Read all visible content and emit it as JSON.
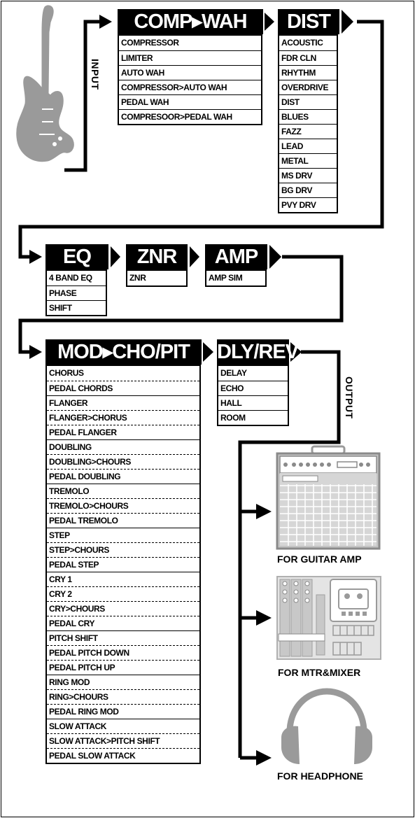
{
  "labels": {
    "input": "INPUT",
    "output": "OUTPUT"
  },
  "comp_wah": {
    "title": "COMP▸WAH",
    "items": [
      "COMPRESSOR",
      "LIMITER",
      "AUTO WAH",
      "COMPRESSOR>AUTO WAH",
      "PEDAL WAH",
      "COMPRESOOR>PEDAL WAH"
    ]
  },
  "dist": {
    "title": "DIST",
    "items": [
      "ACOUSTIC",
      "FDR CLN",
      "RHYTHM",
      "OVERDRIVE",
      "DIST",
      "BLUES",
      "FAZZ",
      "LEAD",
      "METAL",
      "MS DRV",
      "BG DRV",
      "PVY DRV"
    ]
  },
  "eq": {
    "title": "EQ",
    "items": [
      "4 BAND EQ",
      "PHASE",
      "SHIFT"
    ]
  },
  "znr": {
    "title": "ZNR",
    "items": [
      "ZNR"
    ]
  },
  "amp": {
    "title": "AMP",
    "items": [
      "AMP SIM"
    ]
  },
  "mod": {
    "title": "MOD▸CHO/PIT",
    "items": [
      "CHORUS",
      "PEDAL CHORDS",
      "FLANGER",
      "FLANGER>CHORUS",
      "PEDAL FLANGER",
      "DOUBLING",
      "DOUBLING>CHOURS",
      "PEDAL DOUBLING",
      "TREMOLO",
      "TREMOLO>CHOURS",
      "PEDAL TREMOLO",
      "STEP",
      "STEP>CHOURS",
      "PEDAL STEP",
      "CRY 1",
      "CRY 2",
      "CRY>CHOURS",
      "PEDAL CRY",
      "PITCH SHIFT",
      "PEDAL PITCH DOWN",
      "PEDAL PITCH UP",
      "RING MOD",
      "RING>CHOURS",
      "PEDAL RING MOD",
      "SLOW ATTACK",
      "SLOW ATTACK>PITCH SHIFT",
      "PEDAL SLOW ATTACK"
    ],
    "separators": [
      "first",
      "dash",
      "solid",
      "dash",
      "dash",
      "solid",
      "dash",
      "dash",
      "solid",
      "dash",
      "dash",
      "solid",
      "dash",
      "dash",
      "solid",
      "dash",
      "dash",
      "dash",
      "solid",
      "dash",
      "dash",
      "solid",
      "dash",
      "dash",
      "solid",
      "dash",
      "dash"
    ]
  },
  "dly_rev": {
    "title": "DLY/REV",
    "items": [
      "DELAY",
      "ECHO",
      "HALL",
      "ROOM"
    ]
  },
  "outputs": {
    "guitar_amp": "FOR GUITAR AMP",
    "mtr_mixer": "FOR MTR&MIXER",
    "headphone": "FOR HEADPHONE"
  },
  "colors": {
    "line": "#000000",
    "device": "#9a9a9a",
    "device_light": "#d6d6d6"
  }
}
